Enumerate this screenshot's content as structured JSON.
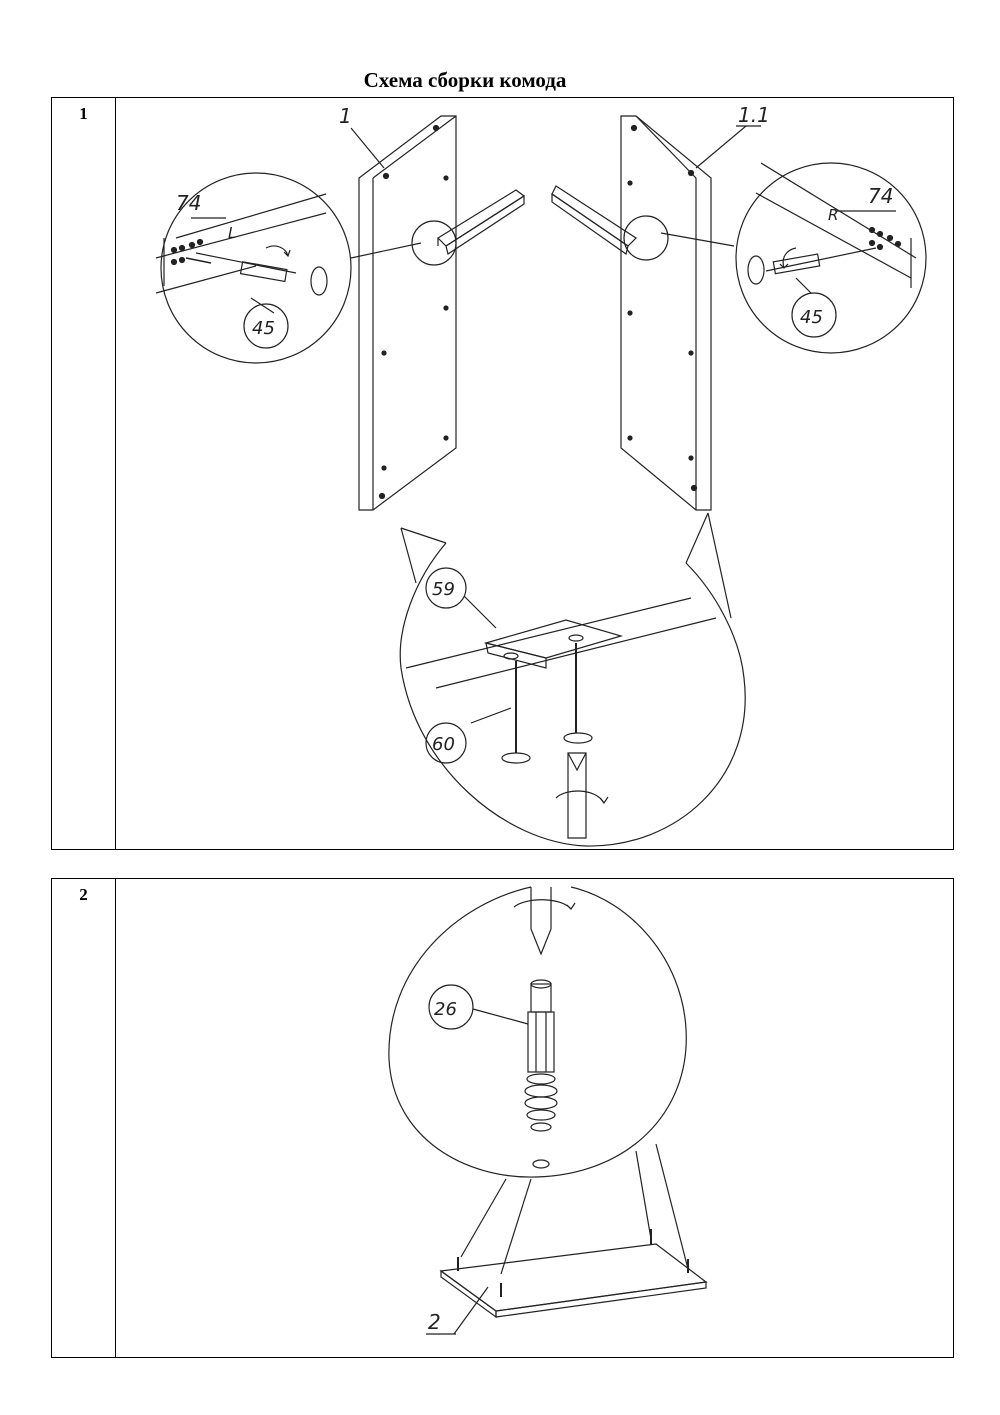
{
  "document": {
    "title": "Схема сборки комода"
  },
  "steps": [
    {
      "number": "1",
      "callouts": {
        "left_panel": "1",
        "right_panel": "1.1",
        "rail_left": "74",
        "rail_left_side": "L",
        "rail_right": "74",
        "rail_right_side": "R",
        "screw_left": "45",
        "screw_right": "45",
        "glide": "59",
        "glide_screw": "60"
      }
    },
    {
      "number": "2",
      "callouts": {
        "dowel": "26",
        "bottom_panel": "2"
      }
    }
  ]
}
